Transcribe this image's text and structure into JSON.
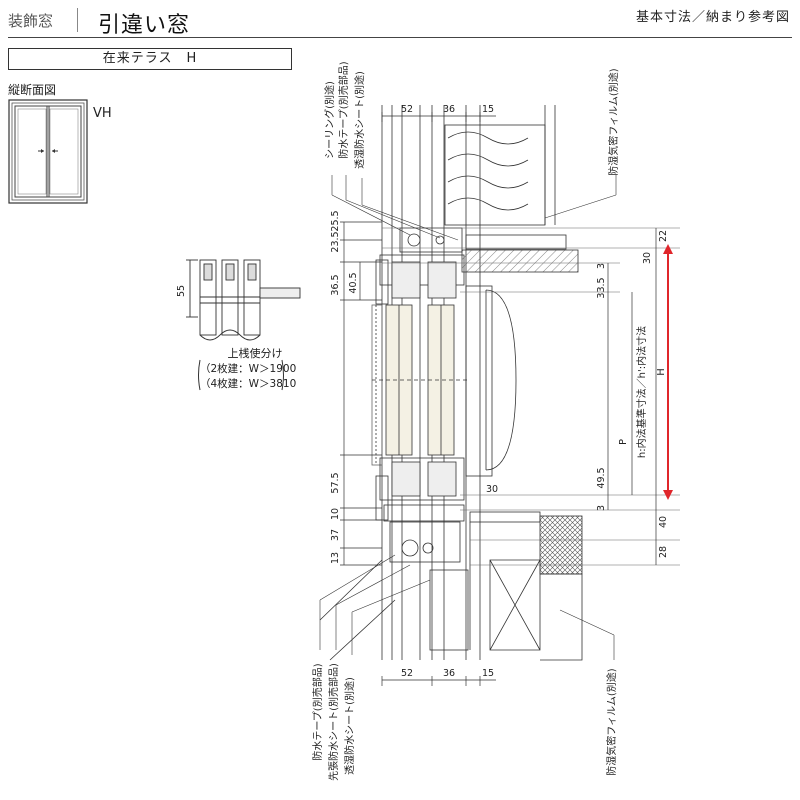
{
  "header": {
    "category": "装飾窓",
    "title": "引違い窓",
    "subtitle": "基本寸法／納まり参考図"
  },
  "spec": {
    "box_label": "在来テラス　H",
    "view_label": "縦断面図",
    "type_code": "VH"
  },
  "mullion_note": {
    "title": "上桟使分け",
    "line1": "（2枚建：W＞1900",
    "line2": "（4枚建：W＞3810",
    "dim": "55"
  },
  "dimensions": {
    "top": [
      "52",
      "36",
      "15"
    ],
    "bottom": [
      "52",
      "36",
      "15"
    ],
    "left": [
      "23.5",
      "25.5",
      "36.5",
      "40.5",
      "57.5",
      "10",
      "37",
      "13"
    ],
    "right_outer": [
      "22",
      "30",
      "40",
      "28"
    ],
    "right_inner": [
      "33.5",
      "3",
      "49.5",
      "3"
    ],
    "sill": "30"
  },
  "labels": {
    "top_left": [
      "シーリング(別途)",
      "防水テープ(別売部品)",
      "透湿防水シート(別途)"
    ],
    "top_right": "防湿気密フィルム(別途)",
    "bottom_left": [
      "防水テープ(別売部品)",
      "先張防水シート(別売部品)",
      "透湿防水シート(別途)"
    ],
    "bottom_right": "防湿気密フィルム(別途)",
    "H": "H",
    "P": "P",
    "h_note": "h:内法基準寸法／h':内法寸法"
  },
  "colors": {
    "arrow": "#e0262b",
    "line": "#333333",
    "glass": "#f4f1e4"
  }
}
